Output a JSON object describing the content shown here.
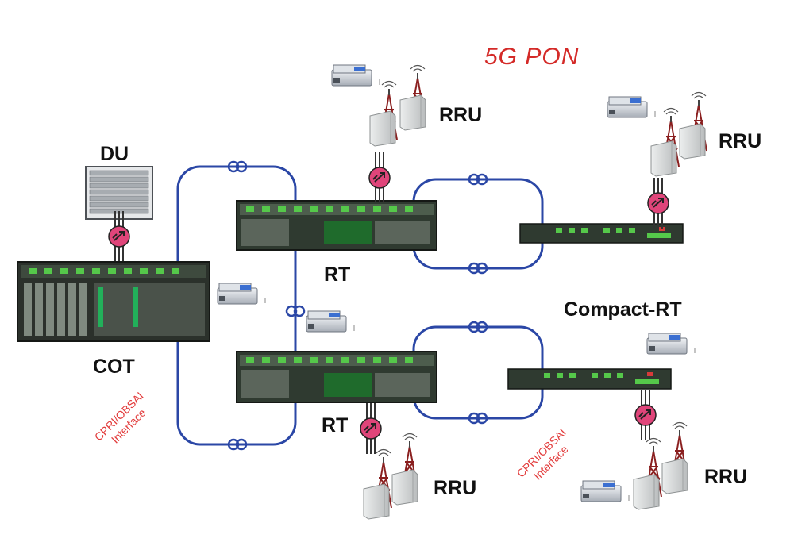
{
  "title": "5G PON",
  "labels": {
    "du": "DU",
    "cot": "COT",
    "rt_top": "RT",
    "rt_bottom": "RT",
    "compact_rt": "Compact-RT",
    "rru_top_center": "RRU",
    "rru_top_right": "RRU",
    "rru_bottom_center": "RRU",
    "rru_bottom_right": "RRU"
  },
  "interfaces": {
    "left": {
      "line1": "CPRI/OBSAI",
      "line2": "Interface"
    },
    "right": {
      "line1": "CPRI/OBSAI",
      "line2": "Interface"
    }
  },
  "colors": {
    "fiber": "#2b47a6",
    "title": "#d42a28",
    "interface_text": "#e23b3b",
    "connector": "#e0457a",
    "equipment": "#2f3a30",
    "port_green": "#55c84a"
  }
}
